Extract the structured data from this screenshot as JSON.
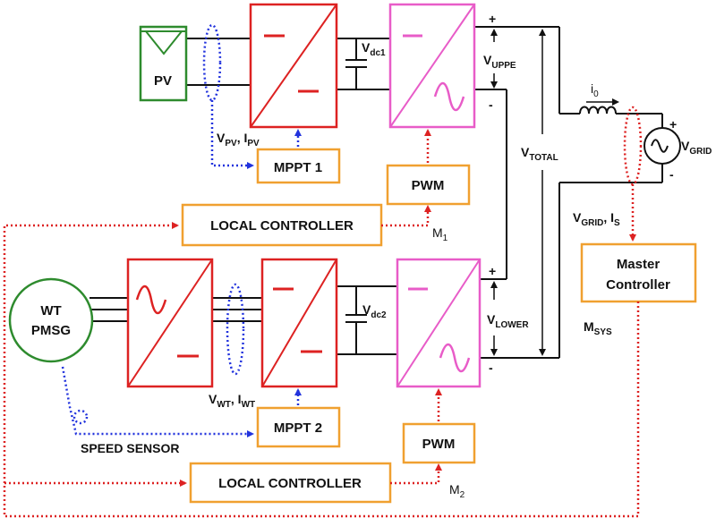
{
  "colors": {
    "pv_green": "#2e8b2e",
    "converter_red": "#dd2222",
    "inverter_magenta": "#e85cc8",
    "controller_orange": "#f0a030",
    "signal_blue": "#2233dd",
    "signal_red": "#dd2222",
    "wire": "#111111"
  },
  "labels": {
    "pv": "PV",
    "wt_line1": "WT",
    "wt_line2": "PMSG",
    "mppt1": "MPPT 1",
    "mppt2": "MPPT 2",
    "pwm_top": "PWM",
    "pwm_bottom": "PWM",
    "local_controller_top": "LOCAL CONTROLLER",
    "local_controller_bottom": "LOCAL CONTROLLER",
    "master_line1": "Master",
    "master_line2": "Controller",
    "speed_sensor": "SPEED SENSOR",
    "plus": "+",
    "minus": "-"
  },
  "symbols": {
    "vdc1": {
      "main": "V",
      "sub": "dc1"
    },
    "vdc2": {
      "main": "V",
      "sub": "dc2"
    },
    "vuppe": {
      "main": "V",
      "sub": "UPPE"
    },
    "vlower": {
      "main": "V",
      "sub": "LOWER"
    },
    "vtotal": {
      "main": "V",
      "sub": "TOTAL"
    },
    "vgrid": {
      "main": "V",
      "sub": "GRID"
    },
    "i0": {
      "main": "i",
      "sub": "0"
    },
    "m1": {
      "main": "M",
      "sub": "1"
    },
    "m2": {
      "main": "M",
      "sub": "2"
    },
    "msys": {
      "main": "M",
      "sub": "SYS"
    },
    "vpv_ipv": {
      "a": "V",
      "a_sub": "PV",
      "sep": ", I",
      "b_sub": "PV"
    },
    "vwt_iwt": {
      "a": "V",
      "a_sub": "WT",
      "sep": ", I",
      "b_sub": "WT"
    },
    "vgrid_is": {
      "a": "V",
      "a_sub": "GRID",
      "sep": ", I",
      "b_sub": "S"
    }
  }
}
